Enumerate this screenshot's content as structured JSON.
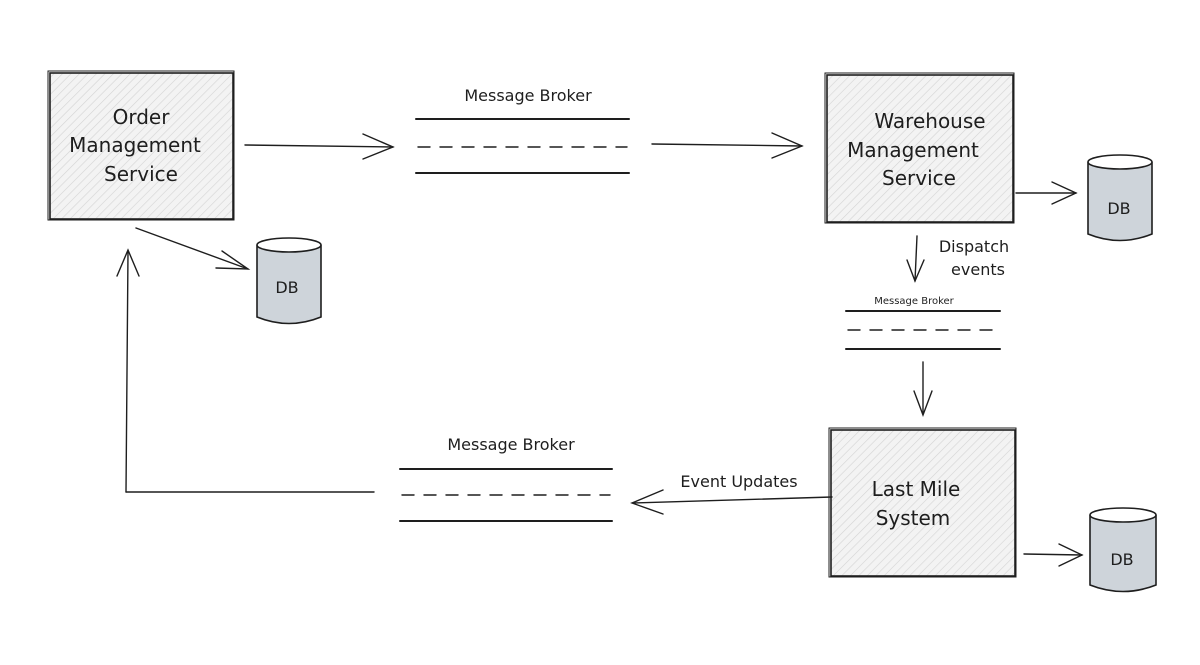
{
  "services": {
    "order": {
      "lines": [
        "Order",
        "Management",
        "Service"
      ]
    },
    "warehouse": {
      "lines": [
        "Warehouse",
        "Management",
        "Service"
      ]
    },
    "lastmile": {
      "lines": [
        "Last Mile",
        "System"
      ]
    }
  },
  "brokers": {
    "top": "Message Broker",
    "middle": "Message Broker",
    "bottom": "Message Broker"
  },
  "databases": {
    "order": "DB",
    "warehouse": "DB",
    "lastmile": "DB"
  },
  "annotations": {
    "dispatch": [
      "Dispatch",
      "events"
    ],
    "event_updates": "Event Updates"
  }
}
